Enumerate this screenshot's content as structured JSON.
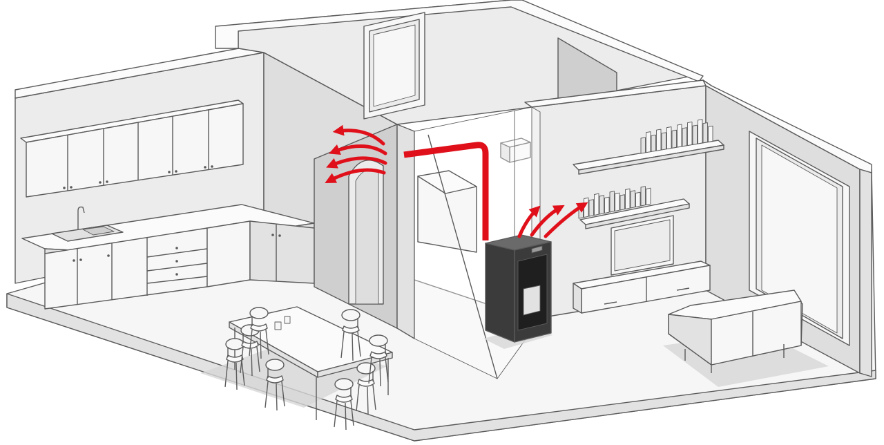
{
  "colors": {
    "background": "#ffffff",
    "floor": "#f6f6f6",
    "wall_light": "#ececec",
    "wall_mid": "#dedede",
    "wall_dark": "#cfcfcf",
    "wall_top": "#fbfbfb",
    "outline": "#5a5a5a",
    "furniture": "#f7f7f7",
    "furniture_shade": "#e2e2e2",
    "shadow": "#d7d7d7",
    "stove_body": "#3b3b3b",
    "stove_panel": "#1f1f1f",
    "duct": "#e0101b",
    "heat_flow": "#e0101b"
  },
  "icons": {
    "heat_flow": "curved-arrow-icon",
    "duct": "ducted-pipe",
    "stove": "pellet-stove"
  },
  "scene": {
    "heat_flow_arrows_kitchen": 4,
    "heat_flow_arrows_living": 3
  }
}
